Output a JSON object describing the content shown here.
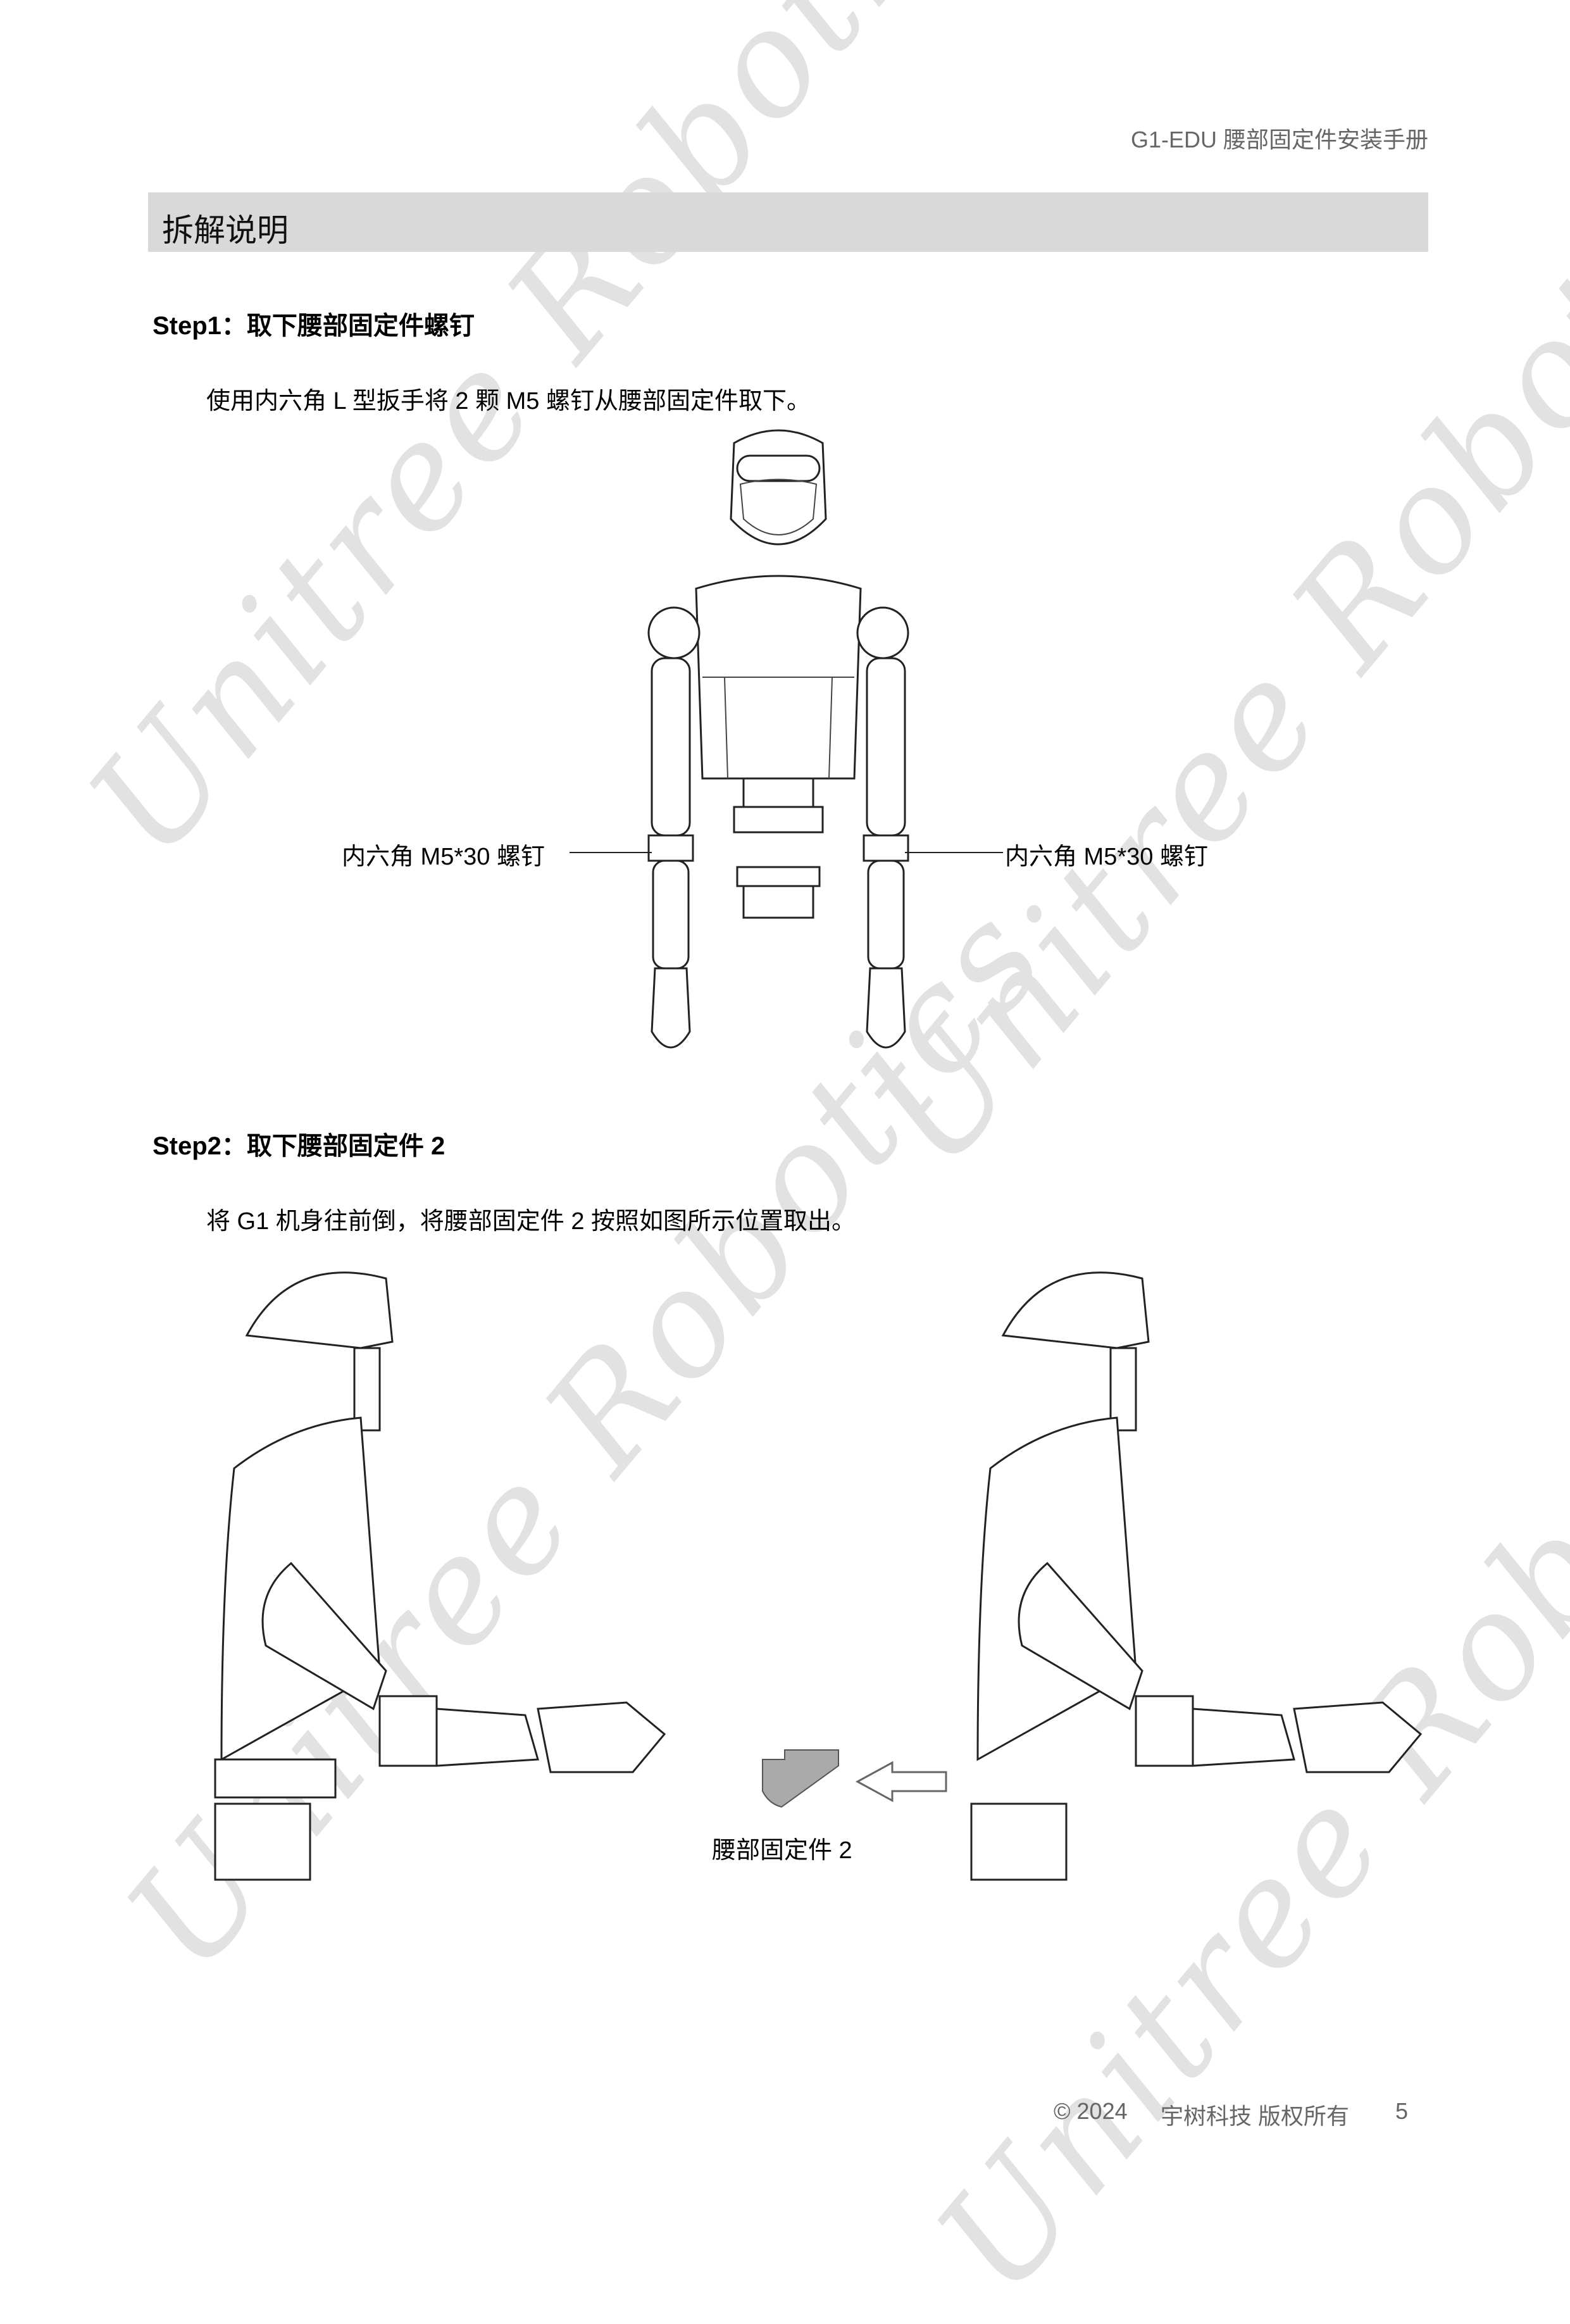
{
  "header": {
    "doc_title": "G1-EDU 腰部固定件安装手册"
  },
  "section": {
    "title": "拆解说明"
  },
  "step1": {
    "title": "Step1：取下腰部固定件螺钉",
    "instruction": "使用内六角 L 型扳手将 2 颗 M5 螺钉从腰部固定件取下。",
    "callout_left": "内六角 M5*30 螺钉",
    "callout_right": "内六角 M5*30 螺钉"
  },
  "step2": {
    "title": "Step2：取下腰部固定件 2",
    "instruction": "将 G1 机身往前倒，将腰部固定件 2 按照如图所示位置取出。",
    "part_label": "腰部固定件 2"
  },
  "watermark": "Unitree Robotics",
  "footer": {
    "copyright": "© 2024",
    "company": "宇树科技  版权所有",
    "page_number": "5"
  }
}
